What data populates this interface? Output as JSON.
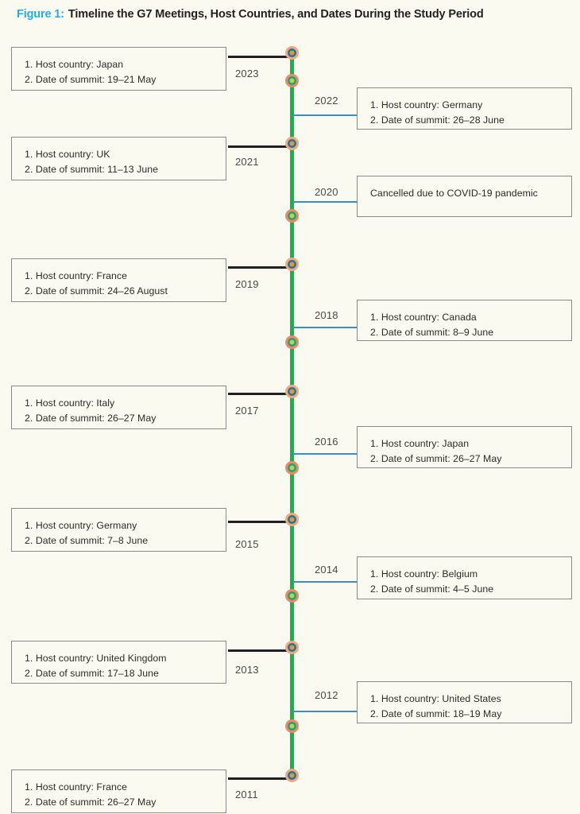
{
  "figure": {
    "label": "Figure 1:",
    "title": "Timeline the G7 Meetings, Host Countries, and Dates During the Study Period"
  },
  "colors": {
    "accent_blue": "#29ABE2",
    "timeline_green": "#15B54A",
    "connector_black": "#231F20",
    "connector_blue": "#3C8DC5",
    "background": "#FAFAF1",
    "box_border": "#8A8A86",
    "node_odd_fill": "#F7941E",
    "node_even_fill": "#C3D430"
  },
  "timeline": {
    "entries": [
      {
        "year": "2023",
        "side": "left",
        "host_line": "1.  Host country: Japan",
        "date_line": "2. Date of summit: 19–21 May"
      },
      {
        "year": "2022",
        "side": "right",
        "host_line": "1.  Host country: Germany",
        "date_line": "2. Date of summit: 26–28 June"
      },
      {
        "year": "2021",
        "side": "left",
        "host_line": "1.  Host country: UK",
        "date_line": "2. Date of summit: 11–13 June"
      },
      {
        "year": "2020",
        "side": "right",
        "note": "Cancelled due to COVID-19 pandemic"
      },
      {
        "year": "2019",
        "side": "left",
        "host_line": "1.  Host country: France",
        "date_line": "2. Date of summit: 24–26 August"
      },
      {
        "year": "2018",
        "side": "right",
        "host_line": "1.  Host country: Canada",
        "date_line": "2. Date of summit: 8–9 June"
      },
      {
        "year": "2017",
        "side": "left",
        "host_line": "1.  Host country: Italy",
        "date_line": "2. Date of summit: 26–27 May"
      },
      {
        "year": "2016",
        "side": "right",
        "host_line": "1.  Host country: Japan",
        "date_line": "2. Date of summit: 26–27 May"
      },
      {
        "year": "2015",
        "side": "left",
        "host_line": "1.  Host country: Germany",
        "date_line": "2. Date of summit: 7–8 June"
      },
      {
        "year": "2014",
        "side": "right",
        "host_line": "1.  Host country: Belgium",
        "date_line": "2. Date of summit: 4–5 June"
      },
      {
        "year": "2013",
        "side": "left",
        "host_line": "1.  Host country: United Kingdom",
        "date_line": "2. Date of summit: 17–18 June"
      },
      {
        "year": "2012",
        "side": "right",
        "host_line": "1.  Host country: United States",
        "date_line": "2. Date of summit: 18–19 May"
      },
      {
        "year": "2011",
        "side": "left",
        "host_line": "1.  Host country: France",
        "date_line": "2. Date of summit: 26–27 May"
      }
    ]
  }
}
